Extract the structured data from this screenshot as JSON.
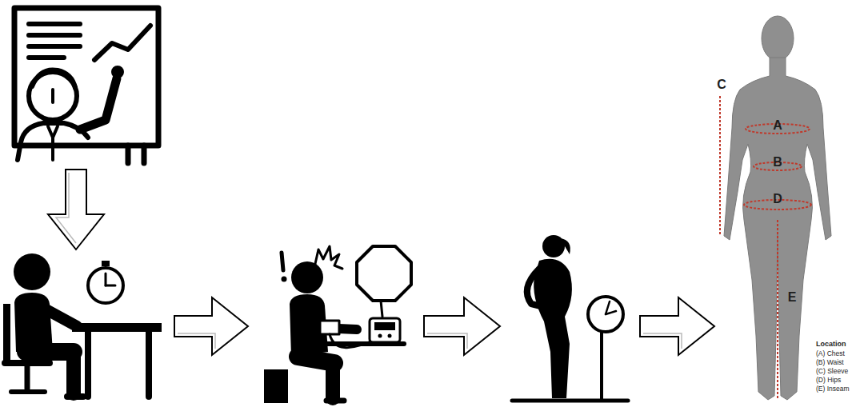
{
  "diagram": {
    "labels": [
      "C",
      "A",
      "B",
      "D",
      "E",
      "Location",
      "(A) Chest",
      "(B) Waist",
      "(C) Sleeve",
      "(D) Hips",
      "(E) Inseam"
    ]
  }
}
